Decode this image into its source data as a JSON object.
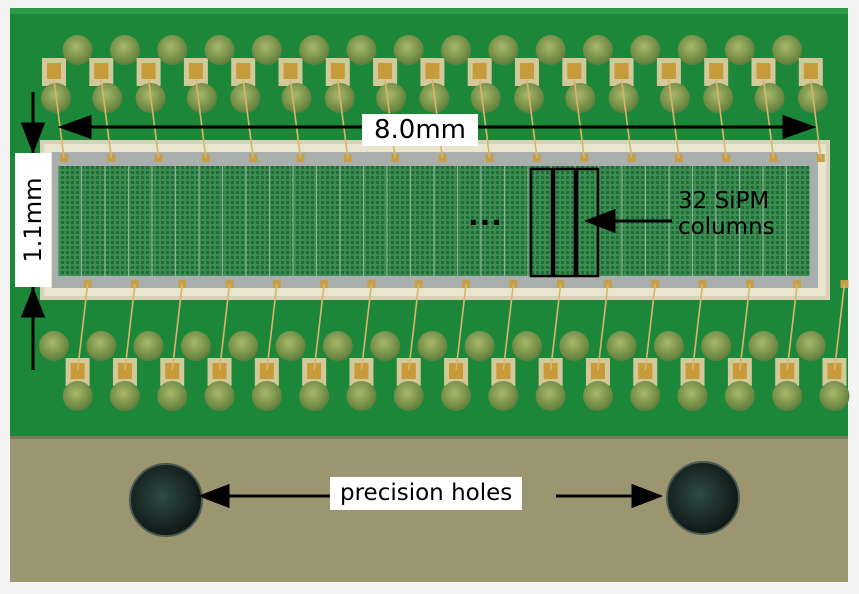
{
  "annotations": {
    "length": "8.0mm",
    "height": "1.1mm",
    "columns_line1": "32 SiPM",
    "columns_line2": "columns",
    "holes": "precision holes",
    "ellipsis": "..."
  },
  "colors": {
    "pcb_green": "#1d8a3a",
    "gold_substrate": "#9e9a72",
    "pad_gold": "#c9a24a",
    "chip_green": "#3f8f54",
    "hole_dark": "#1b2a26"
  }
}
